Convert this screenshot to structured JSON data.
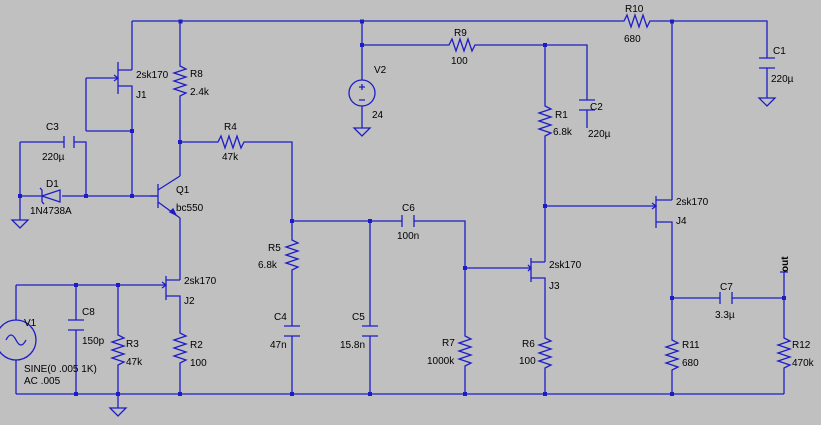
{
  "components": {
    "R1": {
      "name": "R1",
      "value": "6.8k"
    },
    "R2": {
      "name": "R2",
      "value": "100"
    },
    "R3": {
      "name": "R3",
      "value": "47k"
    },
    "R4": {
      "name": "R4",
      "value": "47k"
    },
    "R5": {
      "name": "R5",
      "value": "6.8k"
    },
    "R6": {
      "name": "R6",
      "value": "100"
    },
    "R7": {
      "name": "R7",
      "value": "1000k"
    },
    "R8": {
      "name": "R8",
      "value": "2.4k"
    },
    "R9": {
      "name": "R9",
      "value": "100"
    },
    "R10": {
      "name": "R10",
      "value": "680"
    },
    "R11": {
      "name": "R11",
      "value": "680"
    },
    "R12": {
      "name": "R12",
      "value": "470k"
    },
    "C1": {
      "name": "C1",
      "value": "220µ"
    },
    "C2": {
      "name": "C2",
      "value": "220µ"
    },
    "C3": {
      "name": "C3",
      "value": "220µ"
    },
    "C4": {
      "name": "C4",
      "value": "47n"
    },
    "C5": {
      "name": "C5",
      "value": "15.8n"
    },
    "C6": {
      "name": "C6",
      "value": "100n"
    },
    "C7": {
      "name": "C7",
      "value": "3.3µ"
    },
    "C8": {
      "name": "C8",
      "value": "150p"
    },
    "D1": {
      "name": "D1",
      "value": "1N4738A"
    },
    "Q1": {
      "name": "Q1",
      "value": "bc550"
    },
    "J1": {
      "name": "J1",
      "value": "2sk170"
    },
    "J2": {
      "name": "J2",
      "value": "2sk170"
    },
    "J3": {
      "name": "J3",
      "value": "2sk170"
    },
    "J4": {
      "name": "J4",
      "value": "2sk170"
    },
    "V1": {
      "name": "V1",
      "value": "SINE(0 .005 1K)",
      "value2": "AC .005"
    },
    "V2": {
      "name": "V2",
      "value": "24"
    }
  },
  "net_labels": {
    "out": "out"
  },
  "colors": {
    "background": "#c0c0c0",
    "wire": "#1d1dc8",
    "text": "#000000"
  }
}
